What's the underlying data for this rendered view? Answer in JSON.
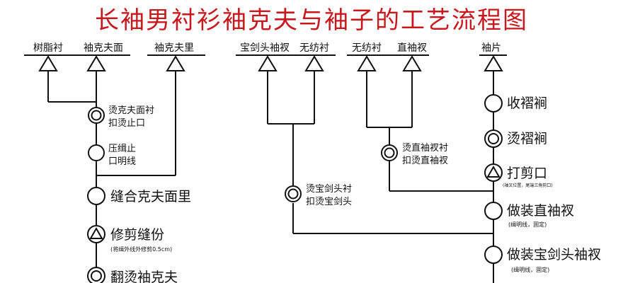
{
  "title": "长袖男衬衫袖克夫与袖子的工艺流程图",
  "materials": {
    "shu_zhi_chen": "树脂衬",
    "xiu_ke_fu_mian": "袖克夫面",
    "xiu_ke_fu_li": "袖克夫里",
    "bao_jian_tou_xiu_cha": "宝剑头袖衩",
    "wu_fang_chen_1": "无纺衬",
    "wu_fang_chen_2": "无纺衬",
    "zhi_xiu_cha": "直袖衩",
    "xiu_pian": "袖片"
  },
  "steps": {
    "tang_ke_fu_mian_chen_1": "烫克夫面衬",
    "tang_ke_fu_mian_chen_2": "扣烫止口",
    "ya_ji_zhi_1": "压缉止",
    "ya_ji_zhi_2": "口明线",
    "feng_he": "缝合克夫面里",
    "xiu_jian": "修剪缝份",
    "xiu_jian_note": "(将缉外线外修剪0.5cm)",
    "fan_tang": "翻烫袖克夫",
    "tang_bao_jian_1": "烫宝剑头衬",
    "tang_bao_jian_2": "扣烫宝剑头",
    "tang_zhi_1": "烫直袖衩衬",
    "tang_zhi_2": "扣烫直袖衩",
    "shou_zhe": "收褶裥",
    "tang_zhe": "烫褶裥",
    "da_jian_kou": "打剪口",
    "da_jian_kou_note": "(袖叉位置，尾端三角剪口)",
    "zuo_zhuang_zhi": "做装直袖衩",
    "zuo_zhuang_zhi_note": "(缉明线，固定)",
    "zuo_zhuang_bao": "做装宝剑头袖衩",
    "zuo_zhuang_bao_note": "(缉明线，固定)"
  }
}
